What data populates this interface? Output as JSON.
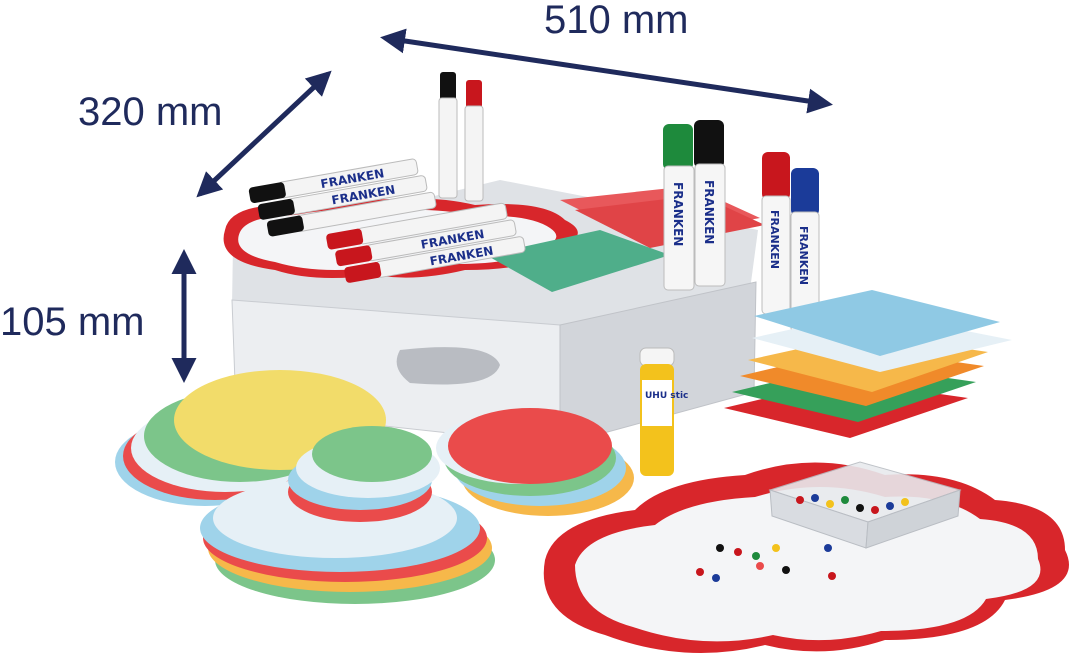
{
  "dimensions": {
    "width": "510 mm",
    "depth": "320 mm",
    "height": "105 mm"
  },
  "brand": "FRANKEN",
  "glue_stick_label": "UHU stic",
  "colors": {
    "dimension_text": "#1f2a5c",
    "arrow": "#1f2a5c",
    "box": "#e9ebee",
    "cloud_red": "#d8262b",
    "marker_red": "#c8161d",
    "marker_black": "#111111",
    "marker_green": "#1e8a3c",
    "marker_blue": "#1b3b99",
    "card_yellow": "#f2dc6a",
    "card_green": "#7cc58a",
    "card_blue": "#9fd3ea",
    "card_orange": "#f08a2a",
    "card_red": "#ea4b4b"
  }
}
